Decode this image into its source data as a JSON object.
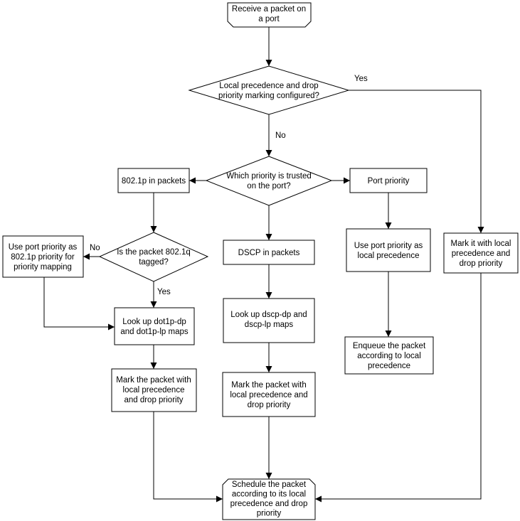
{
  "nodes": {
    "start": [
      "Receive a packet on",
      "a port"
    ],
    "decision_configured": [
      "Local precedence and drop",
      "priority marking configured?"
    ],
    "decision_trusted": [
      "Which priority is trusted",
      "on the port?"
    ],
    "box_8021p": [
      "802.1p in packets"
    ],
    "box_port_priority": [
      "Port priority"
    ],
    "decision_tagged": [
      "Is the packet 802.1q",
      "tagged?"
    ],
    "box_use_port_as_8021p": [
      "Use port priority as",
      "802.1p priority for",
      "priority mapping"
    ],
    "box_dscp": [
      "DSCP in packets"
    ],
    "box_use_port_as_local": [
      "Use port priority as",
      "local precedence"
    ],
    "box_mark_local": [
      "Mark it with local",
      "precedence and",
      "drop priority"
    ],
    "box_lookup_dot1p": [
      "Look up dot1p-dp",
      "and dot1p-lp maps"
    ],
    "box_lookup_dscp": [
      "Look up dscp-dp and",
      "dscp-lp maps"
    ],
    "box_enqueue": [
      "Enqueue the packet",
      "according to local",
      "precedence"
    ],
    "box_mark_left": [
      "Mark the packet with",
      "local precedence",
      "and drop priority"
    ],
    "box_mark_mid": [
      "Mark the packet with",
      "local precedence and",
      "drop priority"
    ],
    "end": [
      "Schedule the packet",
      "according to its local",
      "precedence and drop",
      "priority"
    ]
  },
  "edge_labels": {
    "yes_configured": "Yes",
    "no_configured": "No",
    "no_tagged": "No",
    "yes_tagged": "Yes"
  }
}
